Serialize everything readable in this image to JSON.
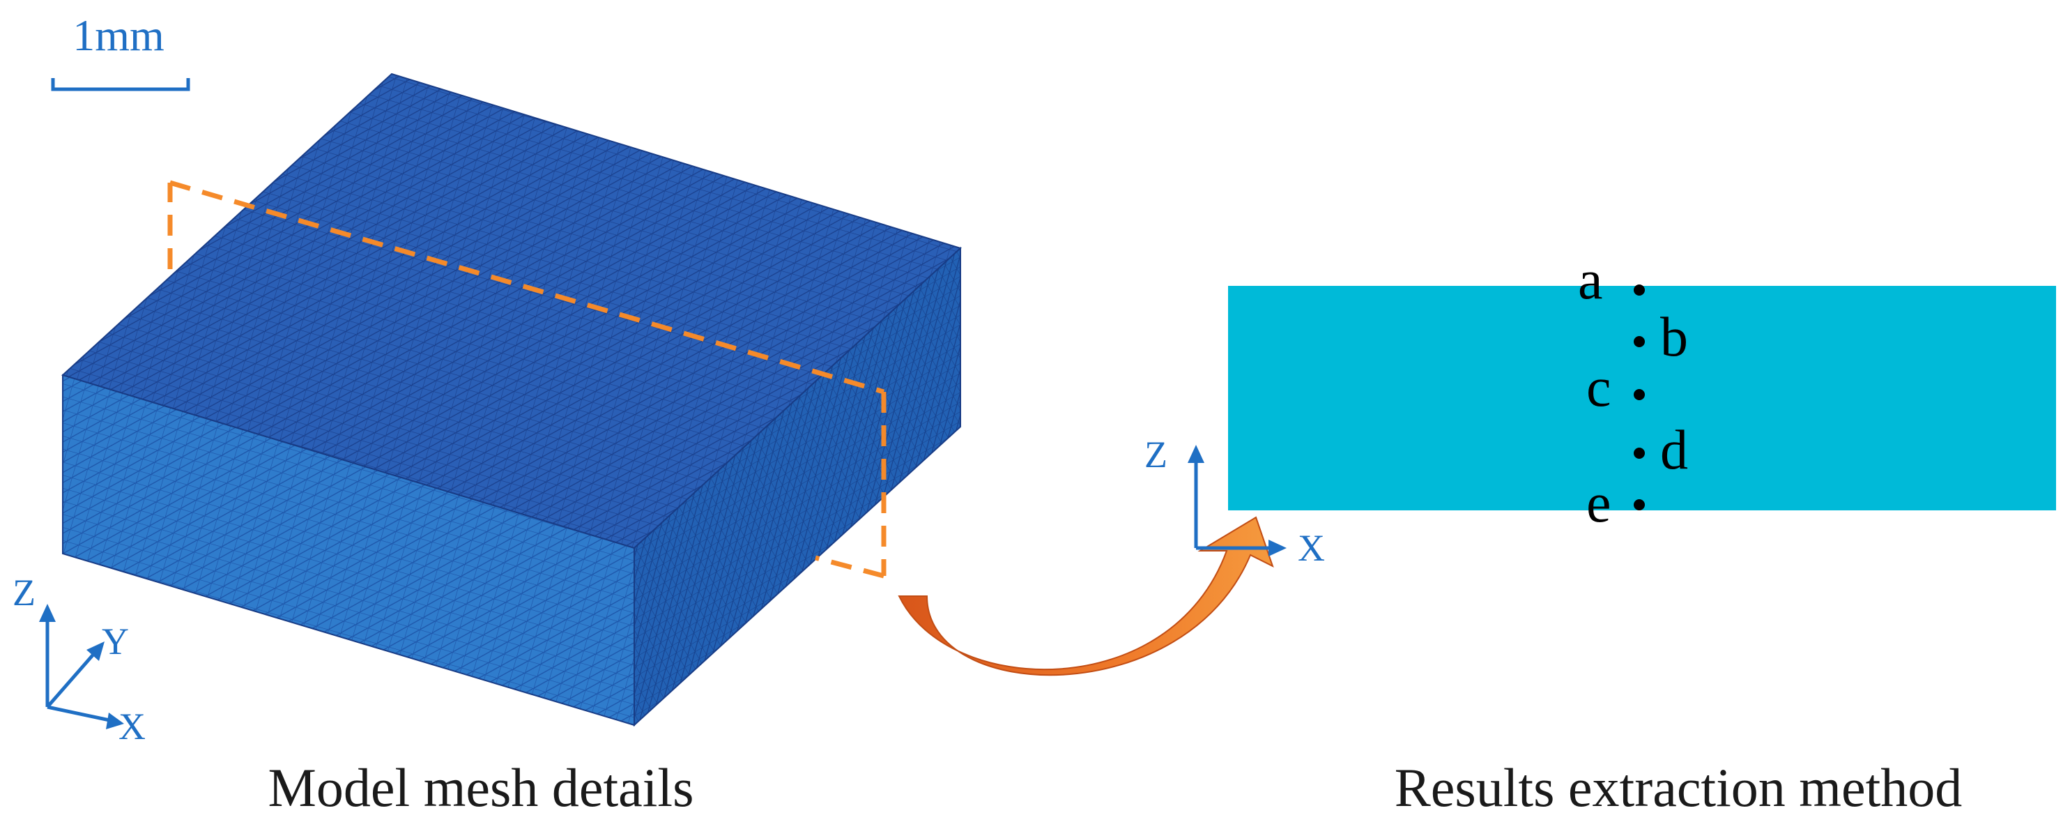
{
  "scale_bar": {
    "label": "1mm"
  },
  "left_axes": {
    "z": "Z",
    "y": "Y",
    "x": "X"
  },
  "right_axes": {
    "z": "Z",
    "x": "X"
  },
  "points": [
    {
      "label": "a"
    },
    {
      "label": "b"
    },
    {
      "label": "c"
    },
    {
      "label": "d"
    },
    {
      "label": "e"
    }
  ],
  "captions": {
    "left": "Model mesh details",
    "right": "Results extraction method"
  },
  "colors": {
    "mesh_top": "#2a5fb6",
    "mesh_front": "#2f7ccc",
    "mesh_side": "#2261b4",
    "mesh_line": "#1a3f8c",
    "section_fill": "#00bad8",
    "axis": "#1f6fc4",
    "dashed_outline": "#f58a2a",
    "arrow": "#e4681f"
  }
}
